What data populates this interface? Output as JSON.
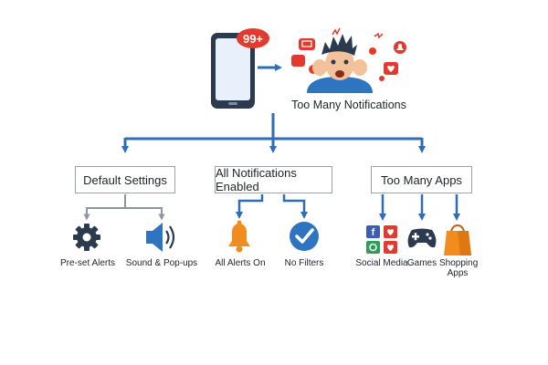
{
  "header": {
    "badge_count": "99+",
    "title": "Too Many Notifications"
  },
  "categories": [
    {
      "label": "Default Settings",
      "items": [
        {
          "label": "Pre-set Alerts",
          "icon": "gear-icon"
        },
        {
          "label": "Sound & Pop-ups",
          "icon": "speaker-icon"
        }
      ]
    },
    {
      "label": "All Notifications Enabled",
      "items": [
        {
          "label": "All Alerts On",
          "icon": "bell-icon"
        },
        {
          "label": "No Filters",
          "icon": "check-circle-icon"
        }
      ]
    },
    {
      "label": "Too Many Apps",
      "items": [
        {
          "label": "Social Media",
          "icon": "social-apps-icon"
        },
        {
          "label": "Games",
          "icon": "gamepad-icon"
        },
        {
          "label": "Shopping Apps",
          "icon": "shopping-bag-icon"
        }
      ]
    }
  ],
  "colors": {
    "connector": "#2f6db5",
    "connector_gray": "#8c96a0",
    "badge": "#e23a2e",
    "bell": "#f28c1e",
    "check": "#2f74c0",
    "icon_dark": "#2c3a4f"
  }
}
